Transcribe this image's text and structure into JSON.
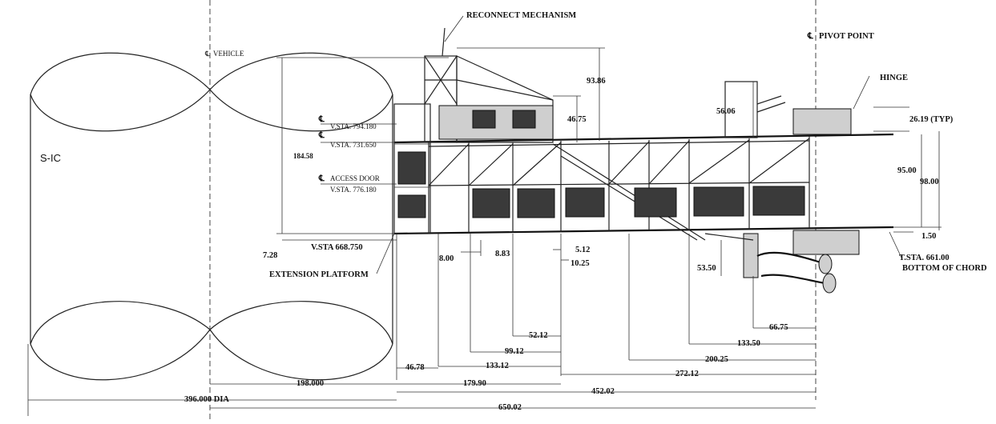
{
  "labels": {
    "reconnect": "RECONNECT MECHANISM",
    "pivot": "PIVOT POINT",
    "vehicle": "VEHICLE",
    "hinge": "HINGE",
    "sic": "S-IC",
    "vsta794": "V.STA. 794.180",
    "vsta731": "V.STA. 731.650",
    "access_door": "ACCESS DOOR",
    "vsta776": "V.STA. 776.180",
    "vsta668": "V.STA 668.750",
    "extension_platform": "EXTENSION PLATFORM",
    "tsta": "T.STA. 661.00",
    "bottom_chord": "BOTTOM OF CHORD",
    "cl": "℄"
  },
  "dimensions": {
    "d93_86": "93.86",
    "d46_75": "46.75",
    "d56_06": "56.06",
    "d26_19": "26.19 (TYP)",
    "d184_58": "184.58",
    "d95_00": "95.00",
    "d98_00": "98.00",
    "d1_50": "1.50",
    "d7_28": "7.28",
    "d8_00": "8.00",
    "d8_83": "8.83",
    "d5_12": "5.12",
    "d10_25": "10.25",
    "d53_50": "53.50",
    "d66_75": "66.75",
    "d52_12": "52.12",
    "d133_50": "133.50",
    "d99_12": "99.12",
    "d200_25": "200.25",
    "d133_12": "133.12",
    "d46_78": "46.78",
    "d272_12": "272.12",
    "d198_000": "198.000",
    "d179_90": "179.90",
    "d452_02": "452.02",
    "d396_dia": "396.000 DIA",
    "d650_02": "650.02"
  }
}
